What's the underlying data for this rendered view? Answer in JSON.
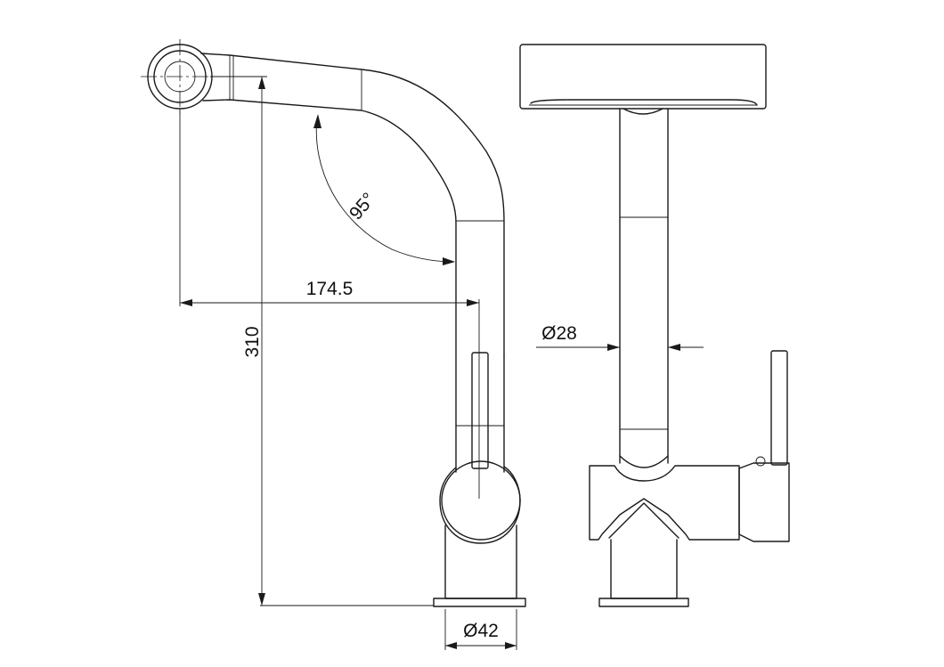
{
  "dimensions": {
    "overall_height": "310",
    "spout_reach": "174.5",
    "spout_angle": "95°",
    "spout_diameter": "Ø28",
    "base_diameter": "Ø42"
  },
  "colors": {
    "line": "#1a1a1a",
    "background": "#ffffff"
  }
}
